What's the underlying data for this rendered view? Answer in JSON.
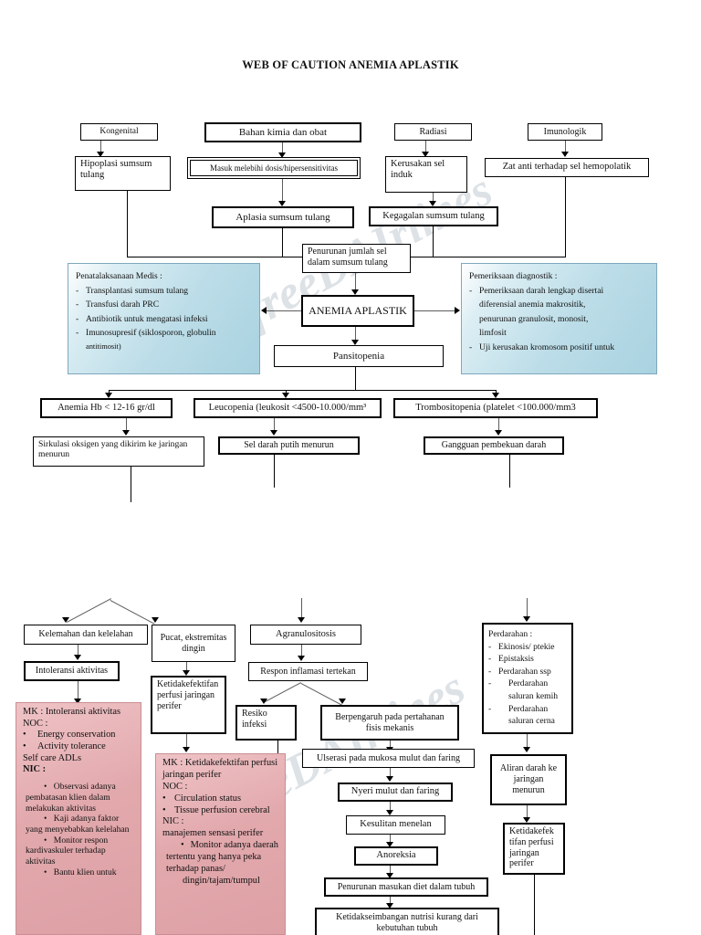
{
  "document": {
    "title": "WEB OF CAUTION ANEMIA APLASTIK",
    "watermark": "freeDAIrlines"
  },
  "colors": {
    "panel_blue": "#a9d2e0",
    "panel_pink": "#e2a9ad",
    "border": "#000000",
    "connector": "#5c5c5c",
    "watermark": "#d8dde2"
  },
  "etiology_row": {
    "kongenital": "Kongenital",
    "bahan_kimia": "Bahan kimia dan obat",
    "radiasi": "Radiasi",
    "imunologik": "Imunologik"
  },
  "level2": {
    "hipoplasi": "Hipoplasi sumsum tulang",
    "masuk_melebihi": "Masuk melebihi  dosis/hipersensitivitas",
    "kerusakan_sel": "Kerusakan sel induk",
    "zat_anti": "Zat anti terhadap sel hemopolatik"
  },
  "level3": {
    "aplasia": "Aplasia sumsum tulang",
    "kegagalan": "Kegagalan sumsum tulang"
  },
  "level4": {
    "penurunan_jumlah_sel": "Penurunan jumlah sel dalam sumsum tulang"
  },
  "central": {
    "diagnosis": "ANEMIA APLASTIK",
    "pansitopenia": "Pansitopenia"
  },
  "penatalaksanaan": {
    "heading": "Penatalaksanaan Medis :",
    "items": [
      "Transplantasi sumsum tulang",
      "Transfusi darah PRC",
      "Antibiotik untuk mengatasi infeksi",
      "Imunosupresif (siklosporon, globulin"
    ],
    "continuation": "antitimosit)"
  },
  "pemeriksaan": {
    "heading": "Pemeriksaan diagnostik :",
    "item1_lines": [
      "Pemeriksaan darah lengkap disertai",
      "diferensial anemia makrositik,",
      "penurunan granulosit, monosit,",
      "limfosit"
    ],
    "item2": "Uji kerusakan kromosom positif untuk"
  },
  "cytopenias": {
    "anemia": "Anemia Hb < 12-16 gr/dl",
    "leucopenia": "Leucopenia (leukosit <4500-10.000/mm³",
    "trombositopenia": "Trombositopenia (platelet <100.000/mm3"
  },
  "consequences": {
    "sirkulasi": "Sirkulasi oksigen yang dikirim ke jaringan menurun",
    "sel_darah_putih": "Sel darah putih menurun",
    "gangguan_pembekuan": "Gangguan pembekuan darah"
  },
  "branch_anemia": {
    "kelemahan": "Kelemahan dan kelelahan",
    "pucat": "Pucat, ekstremitas dingin",
    "intoleransi": "Intoleransi aktivitas",
    "ketidakefektifan": "Ketidakefektifan perfusi jaringan perifer"
  },
  "branch_leuko": {
    "agranulositosis": "Agranulositosis",
    "respon_inflamasi": "Respon inflamasi tertekan",
    "resiko_infeksi": "Resiko infeksi",
    "berpengaruh": "Berpengaruh pada pertahanan fisis mekanis",
    "ulserasi": "Ulserasi pada mukosa mulut dan faring",
    "nyeri": "Nyeri mulut dan faring",
    "kesulitan": "Kesulitan menelan",
    "anoreksia": "Anoreksia",
    "penurunan_diet": "Penurunan masukan diet dalam tubuh",
    "ketidakseimbangan": "Ketidakseimbangan nutrisi kurang dari kebutuhan tubuh"
  },
  "branch_trombo": {
    "perdarahan_heading": "Perdarahan :",
    "perdarahan_items": [
      "Ekinosis/ ptekie",
      "Epistaksis",
      "Perdarahan ssp",
      "Perdarahan saluran kemih",
      "Perdarahan saluran cerna"
    ],
    "aliran_darah": "Aliran darah ke jaringan menurun",
    "ketidakefektifan": "Ketidakefek tifan perfusi jaringan perifer"
  },
  "nursing_intoleransi": {
    "title": "MK : Intoleransi aktivitas",
    "noc_label": "NOC :",
    "noc_items": [
      "Energy conservation",
      "Activity tolerance"
    ],
    "noc_extra": "Self care ADLs",
    "nic_label": "NIC :",
    "nic_items": [
      "Observasi adanya pembatasan klien dalam melakukan aktivitas",
      "Kaji adanya faktor yang menyebabkan kelelahan",
      "Monitor respon kardivaskuler terhadap aktivitas",
      "Bantu klien untuk"
    ]
  },
  "nursing_perfusi": {
    "title": "MK : Ketidakefektifan perfusi jaringan perifer",
    "noc_label": "NOC :",
    "noc_items": [
      "Circulation status",
      "Tissue perfusion cerebral"
    ],
    "nic_label": "NIC :",
    "nic_sub": "manajemen sensasi perifer",
    "nic_items": [
      "Monitor adanya daerah tertentu yang hanya peka terhadap panas/",
      "dingin/tajam/tumpul"
    ]
  }
}
